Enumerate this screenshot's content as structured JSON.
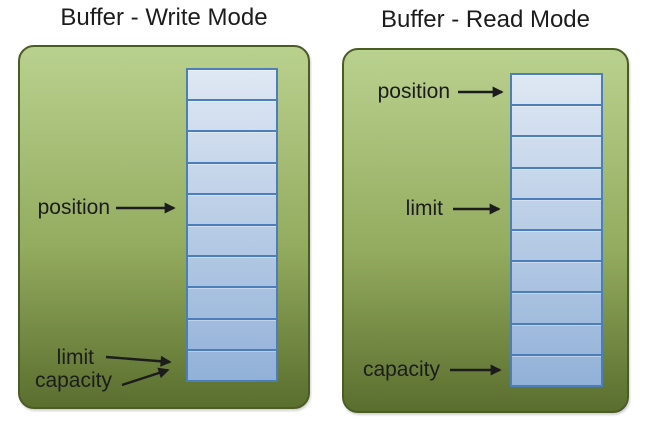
{
  "titles": {
    "write": "Buffer - Write Mode",
    "read": "Buffer - Read Mode"
  },
  "panels": {
    "write": {
      "title": "Buffer - Write Mode",
      "cell_count": 10,
      "labels": {
        "position": "position",
        "limit": "limit",
        "capacity": "capacity"
      },
      "pointers": [
        {
          "label": "position",
          "points_to_cell": 5
        },
        {
          "label": "limit",
          "points_to_cell": 10
        },
        {
          "label": "capacity",
          "points_to_cell": 10
        }
      ]
    },
    "read": {
      "title": "Buffer - Read Mode",
      "cell_count": 10,
      "labels": {
        "position": "position",
        "limit": "limit",
        "capacity": "capacity"
      },
      "pointers": [
        {
          "label": "position",
          "points_to_cell": 1
        },
        {
          "label": "limit",
          "points_to_cell": 5
        },
        {
          "label": "capacity",
          "points_to_cell": 10
        }
      ]
    }
  },
  "colors": {
    "panel_top": "#b9d18e",
    "panel_bottom": "#5a6e2e",
    "panel_border": "#4c5c25",
    "cell_top": "#dfe8f4",
    "cell_bottom": "#92b1d8",
    "cell_border": "#4d7ebc",
    "text": "#1c1c1c",
    "canvas_bg": "#ffffff"
  }
}
